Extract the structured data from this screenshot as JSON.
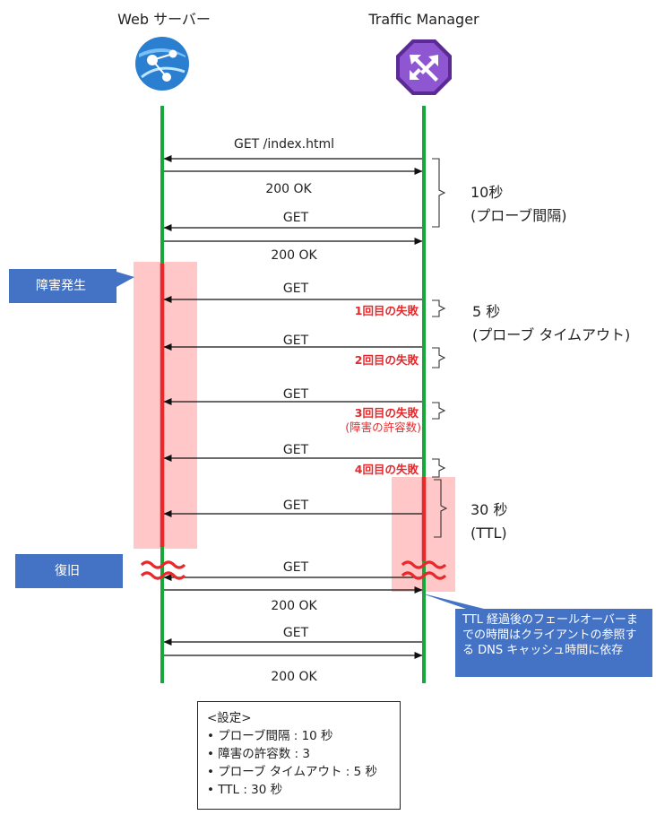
{
  "actors": {
    "web_server": "Web サーバー",
    "traffic_manager": "Traffic Manager"
  },
  "icons": {
    "web_server": "web-app-icon",
    "traffic_manager": "traffic-manager-icon"
  },
  "colors": {
    "lifeline": "#18a83a",
    "failure": "#e8282a",
    "failure_zone": "#ffc7c7",
    "callout": "#4472c4",
    "failure_text": "#e8282a",
    "web_icon": "#2a7fd1",
    "tm_icon": "#7a3fb8"
  },
  "messages": [
    {
      "label": "GET /index.html",
      "dir": "left"
    },
    {
      "label": "",
      "dir": "right"
    },
    {
      "label": "200 OK",
      "dir": "none"
    },
    {
      "label": "GET",
      "dir": "left"
    },
    {
      "label": "",
      "dir": "right"
    },
    {
      "label": "200 OK",
      "dir": "none"
    },
    {
      "label": "GET",
      "dir": "left"
    },
    {
      "label": "GET",
      "dir": "left"
    },
    {
      "label": "GET",
      "dir": "left"
    },
    {
      "label": "GET",
      "dir": "left"
    },
    {
      "label": "GET",
      "dir": "left"
    },
    {
      "label": "GET",
      "dir": "left"
    },
    {
      "label": "",
      "dir": "right"
    },
    {
      "label": "200 OK",
      "dir": "none"
    },
    {
      "label": "GET",
      "dir": "left"
    },
    {
      "label": "",
      "dir": "right"
    },
    {
      "label": "200 OK",
      "dir": "none"
    }
  ],
  "failures": [
    {
      "label": "1回目の失敗"
    },
    {
      "label": "2回目の失敗"
    },
    {
      "label": "3回目の失敗",
      "note": "(障害の許容数)"
    },
    {
      "label": "4回目の失敗"
    }
  ],
  "intervals": {
    "probe_interval": {
      "value": "10秒",
      "label": "(プローブ間隔)"
    },
    "probe_timeout": {
      "value": "5 秒",
      "label": "(プローブ タイムアウト)"
    },
    "ttl": {
      "value": "30 秒",
      "label": "(TTL)"
    }
  },
  "callouts": {
    "failure": "障害発生",
    "recovery": "復旧",
    "ttl_note": "TTL 経過後のフェールオーバーまでの時間はクライアントの参照する DNS キャッシュ時間に依存"
  },
  "settings": {
    "title": "<設定>",
    "items": [
      "プローブ間隔 : 10 秒",
      "障害の許容数 : 3",
      "プローブ タイムアウト : 5 秒",
      "TTL : 30 秒"
    ]
  }
}
